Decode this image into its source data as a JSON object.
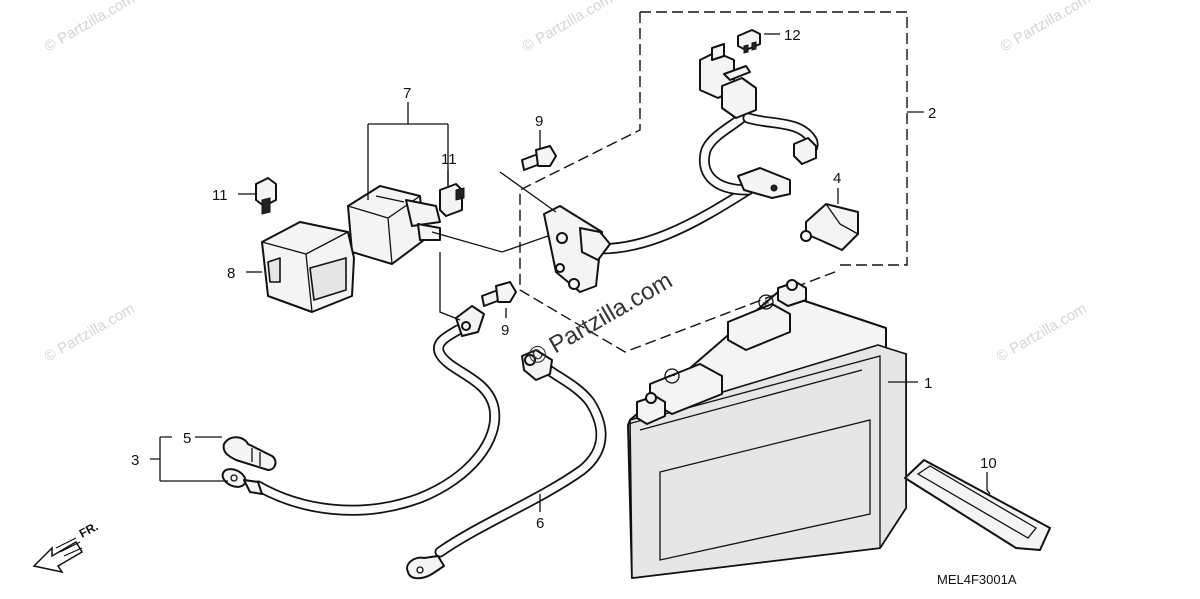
{
  "diagram": {
    "callouts": [
      {
        "id": "1",
        "label": "1"
      },
      {
        "id": "2",
        "label": "2"
      },
      {
        "id": "3",
        "label": "3"
      },
      {
        "id": "4",
        "label": "4"
      },
      {
        "id": "5",
        "label": "5"
      },
      {
        "id": "6",
        "label": "6"
      },
      {
        "id": "7",
        "label": "7"
      },
      {
        "id": "8",
        "label": "8"
      },
      {
        "id": "9a",
        "label": "9"
      },
      {
        "id": "9b",
        "label": "9"
      },
      {
        "id": "10",
        "label": "10"
      },
      {
        "id": "11a",
        "label": "11"
      },
      {
        "id": "11b",
        "label": "11"
      },
      {
        "id": "12",
        "label": "12"
      }
    ],
    "diagram_code": "MEL4F3001A",
    "front_arrow_label": "FR.",
    "watermark_center": "© Partzilla.com",
    "watermark_faint": "© Partzilla.com",
    "battery_terminal_pos": "+",
    "battery_terminal_neg": "−"
  }
}
